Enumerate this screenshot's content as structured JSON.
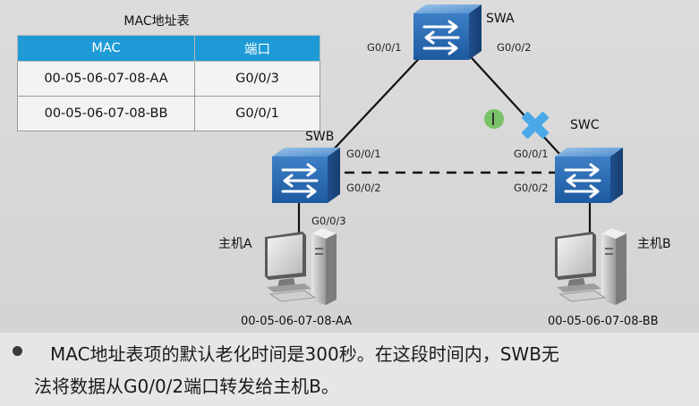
{
  "mac_table": {
    "title": "MAC地址表",
    "headers": [
      "MAC",
      "端口"
    ],
    "rows": [
      [
        "00-05-06-07-08-AA",
        "G0/0/3"
      ],
      [
        "00-05-06-07-08-BB",
        "G0/0/1"
      ]
    ]
  },
  "devices": {
    "swa": "SWA",
    "swb": "SWB",
    "swc": "SWC",
    "host_a": "主机A",
    "host_b": "主机B"
  },
  "ports": {
    "swa_left": "G0/0/1",
    "swa_right": "G0/0/2",
    "swb_top": "G0/0/1",
    "swb_right": "G0/0/2",
    "swb_bottom": "G0/0/3",
    "swc_top": "G0/0/1",
    "swc_left": "G0/0/2"
  },
  "macs": {
    "host_a": "00-05-06-07-08-AA",
    "host_b": "00-05-06-07-08-BB"
  },
  "bullet": {
    "line1": "MAC地址表项的默认老化时间是300秒。在这段时间内，SWB无",
    "line2": "法将数据从G0/0/2端口转发给主机B。"
  },
  "colors": {
    "table_header": "#1e9ad6",
    "switch_blue": "#2f6fb7",
    "link_break_mark": "#4aa8e8"
  },
  "icons": {
    "switch": "switch-icon",
    "host": "computer-icon",
    "break": "link-down-x-icon"
  }
}
